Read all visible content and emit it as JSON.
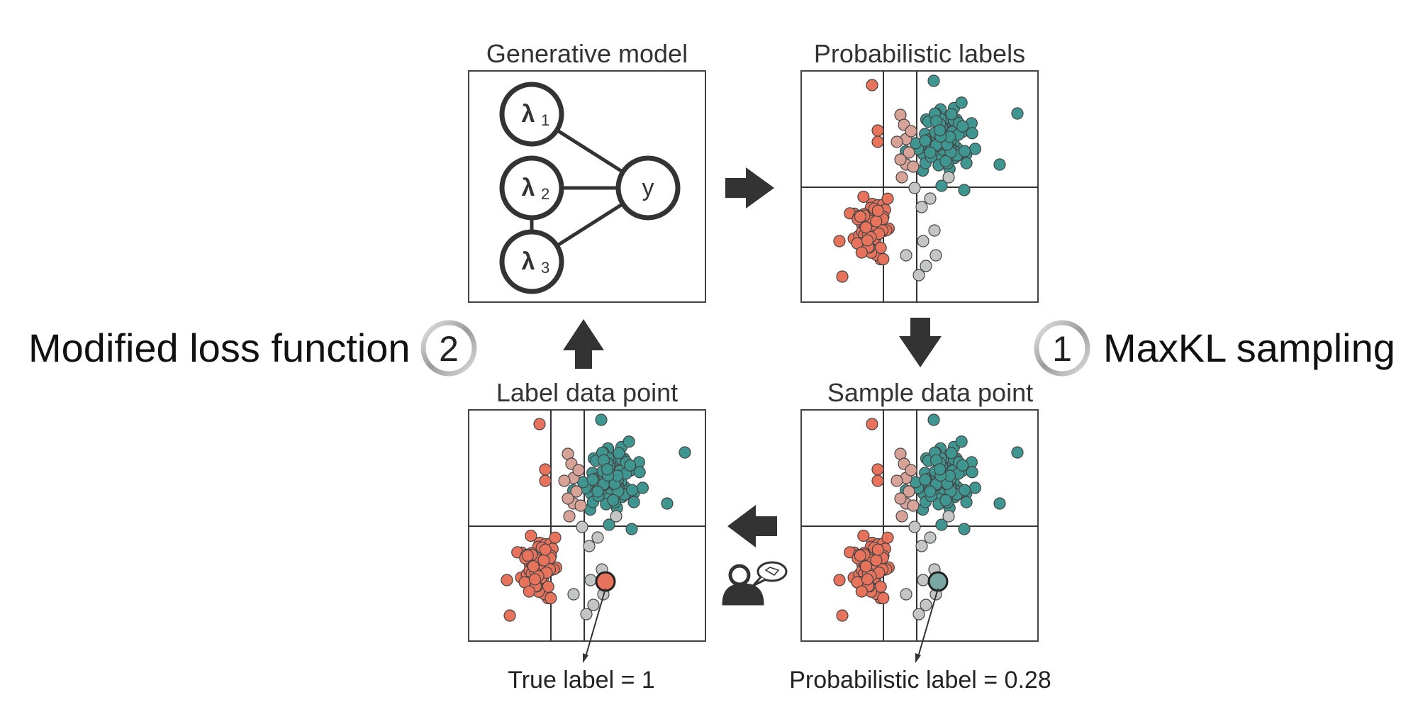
{
  "panels": {
    "generative_model": {
      "title": "Generative model",
      "nodes": [
        {
          "symbol": "λ",
          "index": "1"
        },
        {
          "symbol": "λ",
          "index": "2"
        },
        {
          "symbol": "λ",
          "index": "3"
        },
        {
          "symbol": "y",
          "index": ""
        }
      ]
    },
    "probabilistic_labels": {
      "title": "Probabilistic labels"
    },
    "sample_data_point": {
      "title": "Sample data point",
      "annotation": "Probabilistic label = 0.28"
    },
    "label_data_point": {
      "title": "Label data point",
      "annotation": "True label = 1"
    }
  },
  "steps": {
    "step1": {
      "number": "1",
      "label": "MaxKL sampling"
    },
    "step2": {
      "number": "2",
      "label": "Modified loss function"
    }
  },
  "colors": {
    "positive": "#e8735d",
    "positive_light": "#d7a399",
    "negative": "#3f9690",
    "uncertain": "#c4c5c5",
    "sampled": "#79a7a3",
    "arrow": "#333333"
  },
  "icons": [
    "right-arrow-icon",
    "down-arrow-icon",
    "left-arrow-icon",
    "up-arrow-icon",
    "human-annotator-icon"
  ]
}
